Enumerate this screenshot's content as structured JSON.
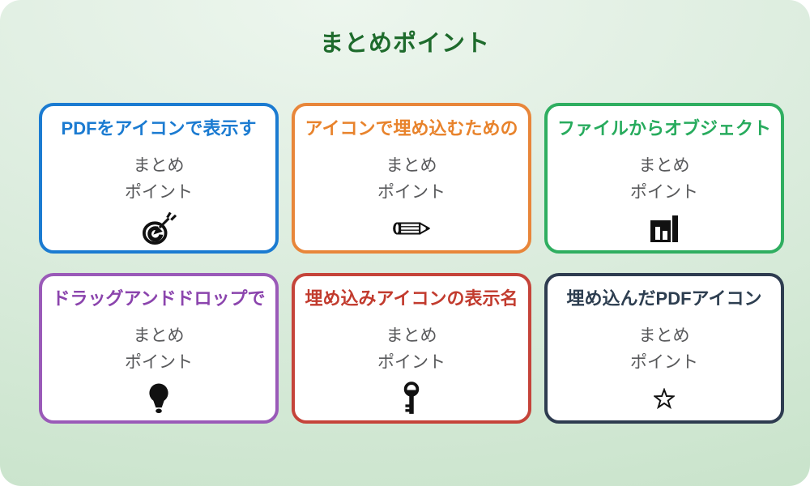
{
  "page": {
    "title": "まとめポイント",
    "title_color": "#1e6b2c",
    "background_light": "#edf6ee",
    "background_dark": "#c8e3ca",
    "card_background": "#ffffff",
    "body_text_color": "#58595b",
    "icon_color": "#111111"
  },
  "cards": [
    {
      "title": "PDFをアイコンで表示す",
      "accent_color": "#1b7bd1",
      "border_color": "#1b7bd1",
      "body_lines": [
        "まとめ",
        "ポイント"
      ],
      "icon": "target-icon"
    },
    {
      "title": "アイコンで埋め込むための",
      "accent_color": "#e8832c",
      "border_color": "#e8863a",
      "body_lines": [
        "まとめ",
        "ポイント"
      ],
      "icon": "pencil-icon"
    },
    {
      "title": "ファイルからオブジェクト",
      "accent_color": "#27ab5d",
      "border_color": "#2fae60",
      "body_lines": [
        "まとめ",
        "ポイント"
      ],
      "icon": "bar-chart-icon"
    },
    {
      "title": "ドラッグアンドドロップで",
      "accent_color": "#8b44ad",
      "border_color": "#9a5ab8",
      "body_lines": [
        "まとめ",
        "ポイント"
      ],
      "icon": "lightbulb-icon"
    },
    {
      "title": "埋め込みアイコンの表示名",
      "accent_color": "#c23b2e",
      "border_color": "#c5443a",
      "body_lines": [
        "まとめ",
        "ポイント"
      ],
      "icon": "key-icon"
    },
    {
      "title": "埋め込んだPDFアイコン",
      "accent_color": "#2d3e50",
      "border_color": "#2e3c50",
      "body_lines": [
        "まとめ",
        "ポイント"
      ],
      "icon": "star-icon"
    }
  ]
}
